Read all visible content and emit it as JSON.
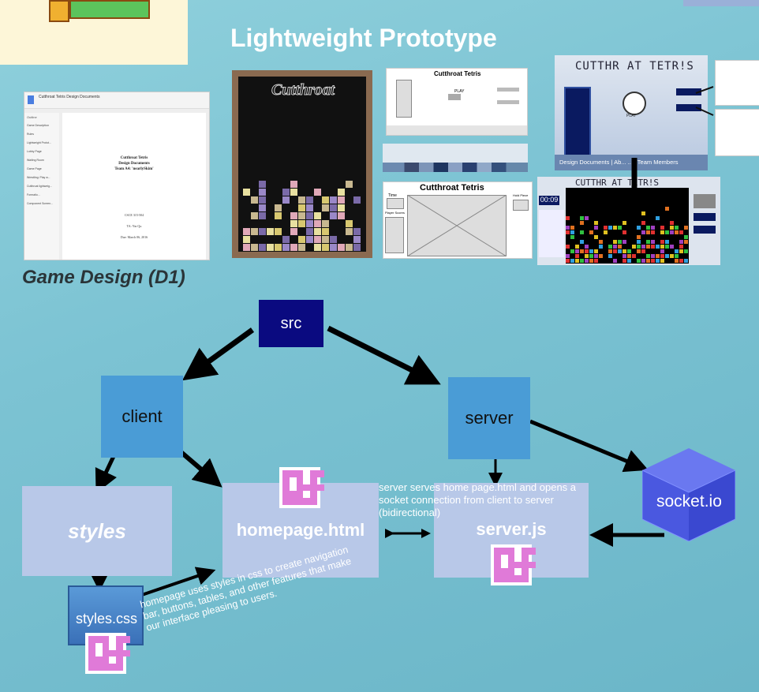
{
  "title": "Lightweight Prototype",
  "caption": "Game Design (D1)",
  "doc_thumb": {
    "app_title": "Cutthroat Tetris Design Documents",
    "outline_label": "Outline",
    "outline_items": [
      "Game Description",
      "Rules",
      "Lightweight Protot...",
      "Lobby Page",
      "Waiting Room",
      "Game Page",
      "Wrestling: Play w...",
      "Cutthroat lightweig...",
      "Formatio...",
      "Component Screen..."
    ],
    "heading": [
      "Cutthroat Tetris",
      "Design Documents",
      "Team A4: 'nearlySkim'"
    ],
    "course": "CSCE 315-504",
    "ta": "TA: Yin Qu",
    "due": "Due: March 06, 2016"
  },
  "wire1": {
    "title": "Cutthroat Tetris",
    "play": "PLAY"
  },
  "wire2": {
    "title": "Cutthroat Tetris",
    "time": "Time",
    "score": "Player Scores",
    "hold": "Hold Piece"
  },
  "screen1": {
    "title": "CUTTHR AT TETR!S",
    "play": "PLAY",
    "footer": "Design Documents | Ab... ... | Team Members"
  },
  "screen2": {
    "title": "CUTTHR AT TETR!S",
    "timer": "00:09"
  },
  "nodes": {
    "src": "src",
    "client": "client",
    "server": "server",
    "styles": "styles",
    "homepage": "homepage.html",
    "serverjs": "server.js",
    "socketio": "socket.io",
    "stylescss": "styles.css"
  },
  "notes": {
    "server_note": "server serves home page.html and opens a socket connection from client to server (bidirectional)",
    "styles_note": "homepage uses styles in css to create navigation bar, buttons, tables, and other features that make our interface pleasing to users."
  },
  "colors": {
    "dark_box": "#0a0a80",
    "mid_box": "#4a9cd6",
    "light_box": "#b8c8e8",
    "socket": "#4a5ae8",
    "icon_pink": "#e07ad8"
  }
}
